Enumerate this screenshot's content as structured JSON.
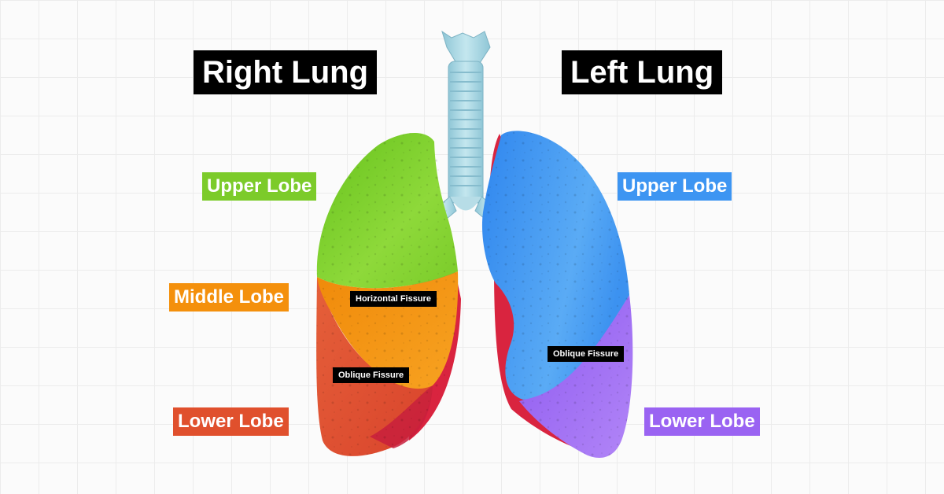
{
  "titles": {
    "right": "Right Lung",
    "left": "Left Lung"
  },
  "right_lung": {
    "upper": "Upper Lobe",
    "middle": "Middle Lobe",
    "lower": "Lower Lobe",
    "horizontal_fissure": "Horizontal Fissure",
    "oblique_fissure": "Oblique Fissure"
  },
  "left_lung": {
    "upper": "Upper Lobe",
    "lower": "Lower Lobe",
    "oblique_fissure": "Oblique Fissure"
  },
  "colors": {
    "right_upper": "#7ccb2a",
    "right_middle": "#f4900c",
    "right_lower": "#e0502d",
    "left_upper": "#3d95f2",
    "left_lower": "#9a63f2",
    "medial": "#d9243f",
    "trachea": "#a9d8e4"
  }
}
